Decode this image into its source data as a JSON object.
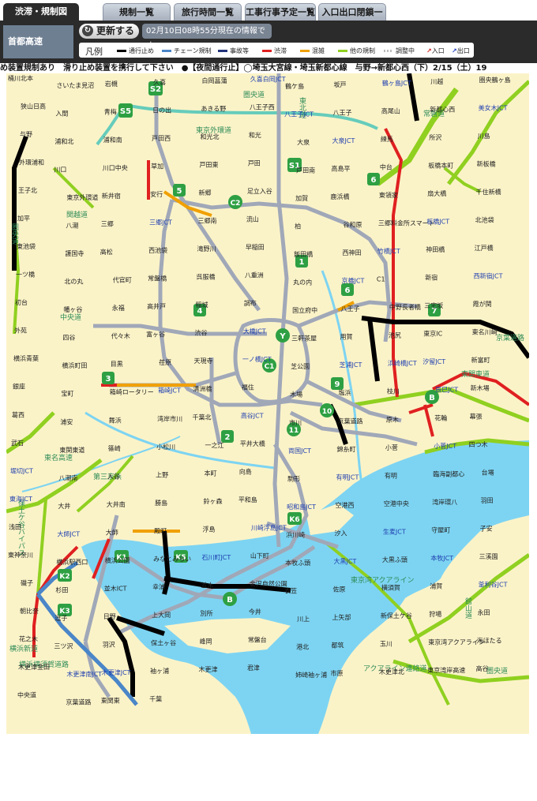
{
  "tabs": [
    {
      "label": "渋滞・規制図",
      "active": true
    },
    {
      "label": "規制一覧",
      "active": false
    },
    {
      "label": "旅行時間一覧",
      "active": false
    },
    {
      "label": "工事行事予定一覧",
      "active": false
    },
    {
      "label": "入口出口閉鎖一覧",
      "active": false
    }
  ],
  "region": "首都高速",
  "update_label": "更新する",
  "timestamp": "02月10日08時55分現在の情報です。",
  "legend": {
    "title": "凡例",
    "items": [
      {
        "label": "通行止め",
        "color": "#000000"
      },
      {
        "label": "チェーン規制",
        "color": "#4a86c8"
      },
      {
        "label": "事故等",
        "color": "#22337a"
      },
      {
        "label": "渋滞",
        "color": "#e02020"
      },
      {
        "label": "混雑",
        "color": "#f0a000"
      },
      {
        "label": "他の規制",
        "color": "#90d020"
      },
      {
        "label": "調整中",
        "color": "#bbbbbb"
      },
      {
        "label": "入口",
        "color": "#d02020"
      },
      {
        "label": "出口",
        "color": "#2040c0"
      }
    ]
  },
  "ticker": "め装置規制あり　滑り止め装置を携行して下さい　●【夜間通行止】◯埼玉大宮線・埼玉新都心線　与野→新都心西（下）2/15（土）19",
  "map": {
    "route_badges": [
      "S2",
      "S5",
      "S1",
      "5",
      "C2",
      "6",
      "1",
      "4",
      "6",
      "7",
      "3",
      "Y",
      "C1",
      "9",
      "10",
      "B",
      "2",
      "11",
      "K6",
      "K1",
      "K5",
      "K2",
      "K3",
      "B"
    ],
    "line_labels": [
      "東北道",
      "常磐道",
      "圏央道",
      "東京外環道",
      "関越道",
      "中央道",
      "京葉道路",
      "東関東道",
      "東名高速",
      "第三京浜",
      "保土ケ谷バイパス",
      "横浜新道",
      "横浜横須賀道路",
      "東京湾アクアライン",
      "館山道",
      "アクアライン連絡道",
      "圏央道",
      "圏央道"
    ],
    "places": [
      "桶川北本",
      "さいたま見沼",
      "岩槻",
      "久喜",
      "白岡菖蒲",
      "久喜白岡JCT",
      "鶴ケ島",
      "坂戸",
      "鶴ヶ島JCT",
      "川越",
      "圏央鶴ヶ島",
      "狭山日高",
      "入間",
      "青梅",
      "日の出",
      "あきる野",
      "八王子西",
      "八王子JCT",
      "八王子",
      "高尾山",
      "新都心西",
      "美女木JCT",
      "与野",
      "浦和北",
      "浦和南",
      "戸田西",
      "和光北",
      "和光",
      "大泉",
      "大泉JCT",
      "練馬",
      "所沢",
      "川島",
      "外環浦和",
      "川口",
      "川口中央",
      "草加",
      "戸田東",
      "戸田",
      "戸田南",
      "高島平",
      "中台",
      "板橋本町",
      "新板橋",
      "王子北",
      "東京外環道",
      "新井宿",
      "安行",
      "新郷",
      "足立入谷",
      "加賀",
      "鹿浜橋",
      "東領家",
      "扇大橋",
      "千住新橋",
      "加平",
      "八潮",
      "三郷",
      "三郷JCT",
      "三郷南",
      "流山",
      "柏",
      "谷和原",
      "三郷料金所スマート",
      "板橋JCT",
      "北池袋",
      "東池袋",
      "護国寺",
      "高松",
      "西池袋",
      "滝野川",
      "早稲田",
      "飯田橋",
      "西神田",
      "竹橋JCT",
      "神田橋",
      "江戸橋",
      "一ツ橋",
      "北の丸",
      "代官町",
      "常盤橋",
      "呉服橋",
      "八重洲",
      "丸の内",
      "京橋JCT",
      "C1",
      "新宿",
      "西新宿JCT",
      "初台",
      "幡ヶ谷",
      "永福",
      "高井戸",
      "稲城",
      "調布",
      "国立府中",
      "八王子",
      "中野長者橋",
      "三宅坂",
      "霞が関",
      "外苑",
      "四谷",
      "代々木",
      "富ヶ谷",
      "渋谷",
      "大橋JCT",
      "三軒茶屋",
      "用賀",
      "池尻",
      "東京IC",
      "東名川崎",
      "横浜青葉",
      "横浜町田",
      "目黒",
      "荏原",
      "天現寺",
      "一ノ橋JCT",
      "芝公園",
      "芝浦JCT",
      "浜崎橋JCT",
      "汐留JCT",
      "新富町",
      "銀座",
      "宝町",
      "箱崎ロータリー",
      "箱崎JCT",
      "清洲橋",
      "福住",
      "木場",
      "塩浜",
      "枝川",
      "辰巳JCT",
      "新木場",
      "葛西",
      "浦安",
      "舞浜",
      "湾岸市川",
      "千葉北",
      "高谷JCT",
      "市川",
      "京葉道路",
      "原木",
      "花輪",
      "幕張",
      "武石",
      "東関東道",
      "篠崎",
      "小松川",
      "一之江",
      "平井大橋",
      "両国JCT",
      "錦糸町",
      "小菅",
      "小菅JCT",
      "四つ木",
      "堀切JCT",
      "八潮南",
      "入谷",
      "上野",
      "本町",
      "向島",
      "駒形",
      "有明JCT",
      "有明",
      "臨海副都心",
      "台場",
      "東海JCT",
      "大井",
      "大井南",
      "勝島",
      "鈴ヶ森",
      "平和島",
      "昭和島JCT",
      "空港西",
      "空港中央",
      "湾岸環八",
      "羽田",
      "浅田",
      "大師JCT",
      "大師",
      "殿町",
      "浮島",
      "川崎浮島JCT",
      "浜川崎",
      "汐入",
      "生麦JCT",
      "守屋町",
      "子安",
      "東神奈川",
      "横浜駅西口",
      "横浜公園",
      "みなとみらい",
      "石川町JCT",
      "山下町",
      "本牧ふ頭",
      "大黒JCT",
      "大黒ふ頭",
      "本牧JCT",
      "三溪園",
      "磯子",
      "杉田",
      "並木ICT",
      "幸浦",
      "並木",
      "金沢自然公園",
      "衣笠",
      "佐原",
      "横須賀",
      "浦賀",
      "釜利谷JCT",
      "朝比奈",
      "逗子",
      "日野",
      "上大岡",
      "別所",
      "今井",
      "川上",
      "上矢部",
      "新保土ケ谷",
      "狩場",
      "永田",
      "花之木",
      "三ツ沢",
      "羽沢",
      "保土ヶ谷",
      "峰岡",
      "常盤台",
      "港北",
      "都筑",
      "玉川",
      "東京湾アクアライン",
      "海ほたる",
      "木更津金田",
      "木更津南JCT",
      "木更津JCT",
      "袖ヶ浦",
      "木更津",
      "君津",
      "姉崎袖ヶ浦",
      "市原",
      "木更津北",
      "東京湾岸高速",
      "高谷",
      "中央道",
      "京葉道路",
      "東関東",
      "千葉"
    ]
  }
}
